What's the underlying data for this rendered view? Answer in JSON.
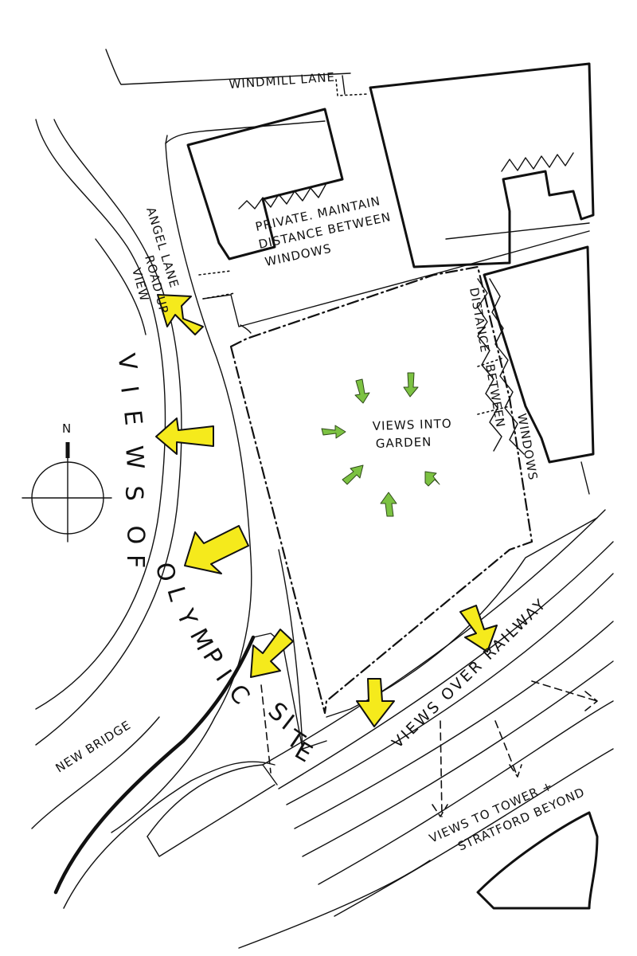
{
  "labels": {
    "windmill_lane": "WINDMILL LANE",
    "angel_lane": "ANGEL LANE",
    "view_up_road_1": "VIEW",
    "view_up_road_2": "ROAD UP",
    "private_1": "PRIVATE. MAINTAIN",
    "private_2": "DISTANCE BETWEEN",
    "private_3": "WINDOWS",
    "distance_1": "DISTANCE",
    "distance_2": "BETWEEN",
    "distance_3": "WINDOWS",
    "garden_1": "VIEWS INTO",
    "garden_2": "GARDEN",
    "views_of_olympic_site": [
      "V",
      "I",
      "E",
      "W",
      "S",
      "O",
      "F",
      "O",
      "L",
      "Y",
      "M",
      "P",
      "I",
      "C",
      "S",
      "I",
      "T",
      "E"
    ],
    "views_over_railway": "VIEWS OVER RAILWAY",
    "new_bridge": "NEW BRIDGE",
    "tower_1": "VIEWS TO TOWER +",
    "tower_2": "STRATFORD BEYOND",
    "north": "N"
  },
  "colors": {
    "yellow_arrow": "#f5ea1c",
    "green_arrow": "#7cc242",
    "ink": "#111111"
  },
  "icons": {
    "north_compass": "compass-icon",
    "yellow_arrows": "view-arrow-icon",
    "green_arrows": "garden-view-arrow-icon"
  }
}
